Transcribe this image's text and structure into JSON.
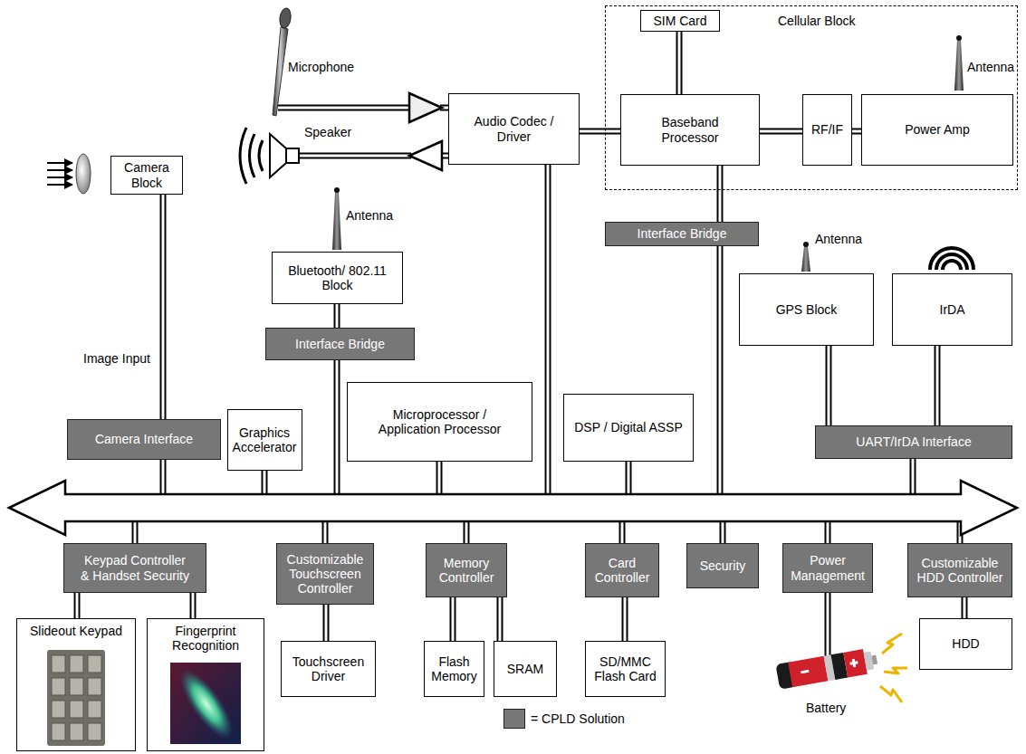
{
  "diagram": {
    "nodes": [
      {
        "text": [
          "Cellular Block"
        ]
      },
      {
        "text": [
          "SIM Card"
        ],
        "in": 0
      },
      {
        "text": [
          "Baseband Processor"
        ],
        "in": 0
      },
      {
        "text": [
          "RF/IF"
        ],
        "in": 0
      },
      {
        "text": [
          "Power Amp"
        ],
        "in": 0
      },
      {
        "text": [
          "Audio Codec / Driver"
        ]
      },
      {
        "text": [
          "Interface Bridge"
        ]
      },
      {
        "text": [
          "Bluetooth/ 802.11 Block"
        ]
      },
      {
        "text": [
          "Interface Bridge"
        ]
      },
      {
        "text": [
          "Camera Block"
        ]
      },
      {
        "text": [
          "GPS Block"
        ]
      },
      {
        "text": [
          "IrDA"
        ]
      },
      {
        "text": [
          "Camera Interface"
        ]
      },
      {
        "text": [
          "Graphics Accelerator"
        ]
      },
      {
        "text": [
          "Microprocessor / Application Processor"
        ]
      },
      {
        "text": [
          "DSP / Digital ASSP"
        ]
      },
      {
        "text": [
          "UART/IrDA Interface"
        ]
      },
      {
        "text": [
          "Keypad Controller & Handset Security"
        ]
      },
      {
        "text": [
          "Customizable Touchscreen Controller"
        ]
      },
      {
        "text": [
          "Memory Controller"
        ]
      },
      {
        "text": [
          "Card Controller"
        ]
      },
      {
        "text": [
          "Security"
        ]
      },
      {
        "text": [
          "Power Management"
        ]
      },
      {
        "text": [
          "Customizable HDD Controller"
        ]
      },
      {
        "text": [
          "Slideout Keypad"
        ]
      },
      {
        "text": [
          "Fingerprint Recognition"
        ]
      },
      {
        "text": [
          "Touchscreen Driver"
        ]
      },
      {
        "text": [
          "Flash Memory"
        ]
      },
      {
        "text": [
          "SRAM"
        ]
      },
      {
        "text": [
          "SD/MMC Flash Card"
        ]
      },
      {
        "text": [
          "HDD"
        ]
      }
    ],
    "edges": [
      {
        "from": 5,
        "to": 2,
        "arrow": "none"
      },
      {
        "from": 1,
        "to": 2,
        "arrow": "none"
      },
      {
        "from": 2,
        "to": 3,
        "arrow": "none"
      },
      {
        "from": 3,
        "to": 4,
        "arrow": "none"
      },
      {
        "from": 2,
        "to": 6,
        "arrow": "none"
      },
      {
        "from": 7,
        "to": 8,
        "arrow": "none"
      },
      {
        "from": 9,
        "to": 12,
        "arrow": "none"
      },
      {
        "from": 10,
        "to": 16,
        "arrow": "none"
      },
      {
        "from": 11,
        "to": 16,
        "arrow": "none"
      },
      {
        "from": 17,
        "to": 24,
        "arrow": "none"
      },
      {
        "from": 17,
        "to": 25,
        "arrow": "none"
      },
      {
        "from": 18,
        "to": 26,
        "arrow": "none"
      },
      {
        "from": 19,
        "to": 27,
        "arrow": "none"
      },
      {
        "from": 19,
        "to": 28,
        "arrow": "none"
      },
      {
        "from": 20,
        "to": 29,
        "arrow": "none"
      },
      {
        "from": 23,
        "to": 30,
        "arrow": "none"
      }
    ],
    "labels": [
      "Microphone",
      "Antenna",
      "Speaker",
      "Antenna",
      "Antenna",
      "Image Input",
      "Battery"
    ],
    "legend": [
      {
        "text": "= CPLD Solution",
        "color": "#777777"
      }
    ]
  }
}
